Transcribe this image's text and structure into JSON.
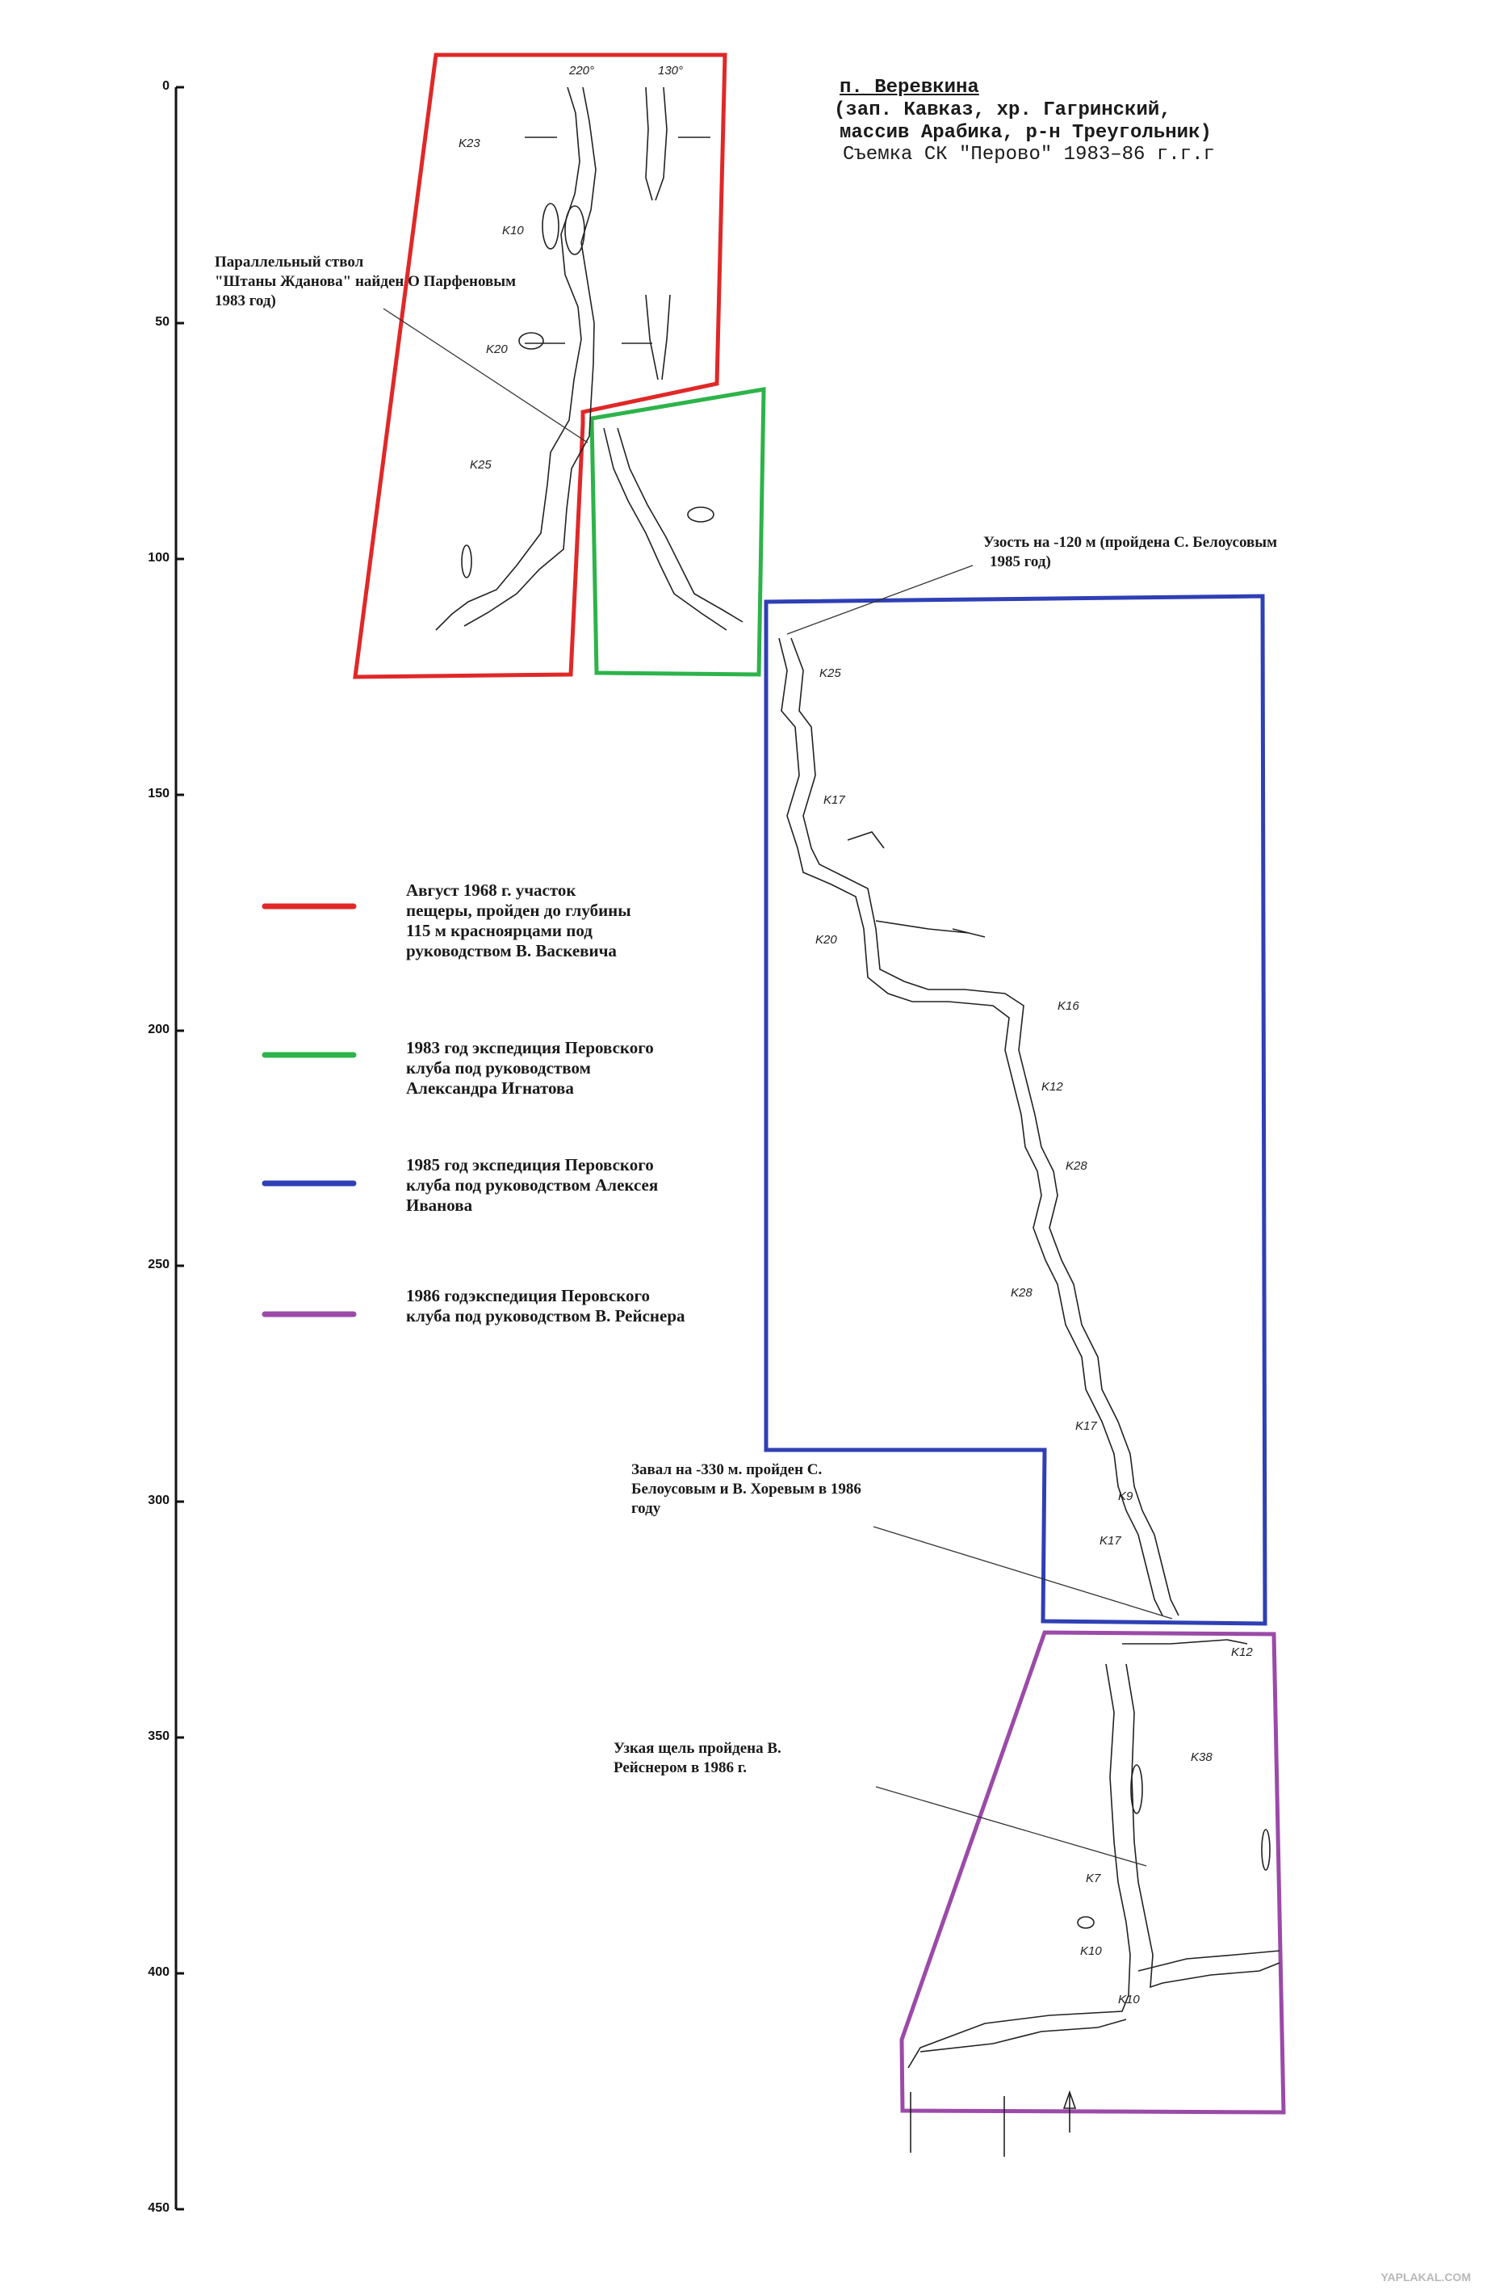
{
  "title": {
    "name": "п. Веревкина",
    "region_line1": "(зап. Кавказ, хр. Гагринский,",
    "region_line2": "массив Арабика, р-н Треугольник)",
    "survey": "Съемка СК \"Перово\" 1983–86 г.г.г"
  },
  "depth_axis": {
    "ticks": [
      "0",
      "50",
      "100",
      "150",
      "200",
      "250",
      "300",
      "350",
      "400",
      "450"
    ]
  },
  "annotations": {
    "parallel_shaft": [
      "Параллельный ствол",
      "\"Штаны Жданова\" найден О Парфеновым",
      "1983 год)"
    ],
    "narrow_120": [
      "Узость на -120 м (пройдена С. Белоусовым",
      "1985 год)"
    ],
    "collapse_330": [
      "Завал на -330 м. пройден С.",
      "Белоусовым и В. Хоревым в 1986",
      "году"
    ],
    "narrow_slit": [
      "Узкая щель пройдена В.",
      "Рейснером в 1986 г."
    ]
  },
  "legend": [
    {
      "color": "#e02828",
      "lines": [
        "Август 1968 г. участок",
        "пещеры, пройден до глубины",
        "115 м красноярцами под",
        "руководством В. Васкевича"
      ]
    },
    {
      "color": "#2db34a",
      "lines": [
        "1983 год экспедиция Перовского",
        "клуба под руководством",
        "Александра Игнатова"
      ]
    },
    {
      "color": "#2f3fb5",
      "lines": [
        "1985 год экспедиция Перовского",
        "клуба под руководством Алексея",
        "Иванова"
      ]
    },
    {
      "color": "#9b4aa8",
      "lines": [
        "1986 годэкспедиция Перовского",
        "клуба под руководством В. Рейснера"
      ]
    }
  ],
  "map_labels": {
    "k23": "K23",
    "k10": "K10",
    "k20a": "K20",
    "k25a": "K25",
    "k25b": "K25",
    "k17a": "K17",
    "k20b": "K20",
    "k16": "K16",
    "k12a": "K12",
    "k28a": "K28",
    "k28b": "K28",
    "k17b": "K17",
    "k9": "K9",
    "k17c": "K17",
    "k12b": "K12",
    "k38": "K38",
    "k7": "K7",
    "k10b": "K10",
    "k10c": "K10",
    "deg220": "220°",
    "deg130": "130°"
  },
  "watermark": "YAPLAKAL.COM"
}
